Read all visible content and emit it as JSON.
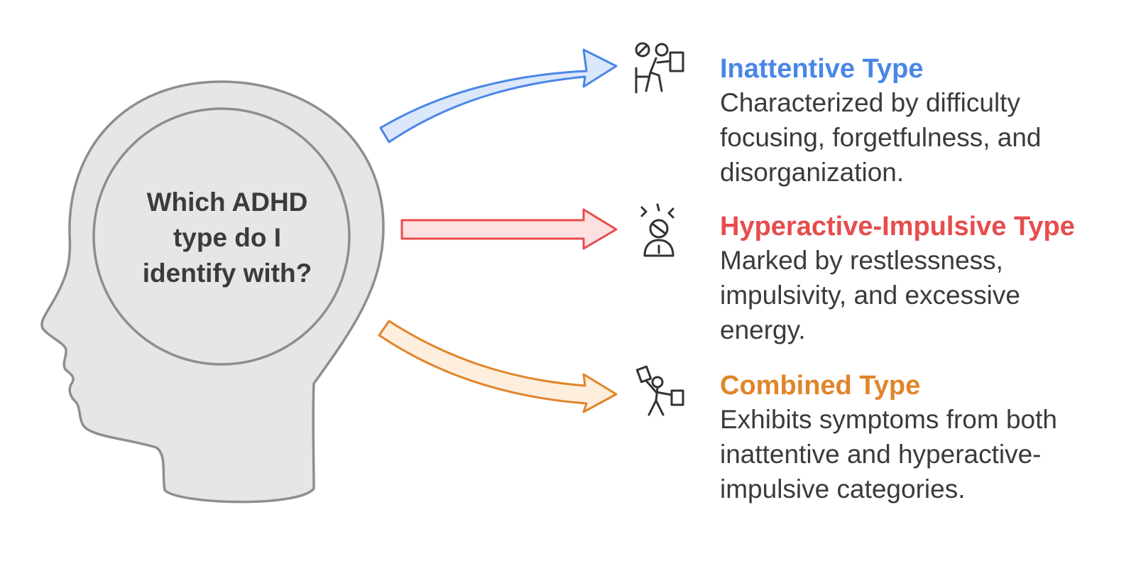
{
  "head": {
    "question": "Which ADHD type do I identify with?"
  },
  "types": [
    {
      "title": "Inattentive Type",
      "description": "Characterized by difficulty focusing, forgetfulness, and disorganization.",
      "color": "#4a86e8",
      "icon": "person-at-desk-distracted-icon"
    },
    {
      "title": "Hyperactive-Impulsive Type",
      "description": "Marked by restlessness, impulsivity, and excessive energy.",
      "color": "#e84c4c",
      "icon": "stressed-person-icon"
    },
    {
      "title": "Combined Type",
      "description": "Exhibits symptoms from both inattentive and hyperactive-impulsive categories.",
      "color": "#e0852a",
      "icon": "person-juggling-tasks-icon"
    }
  ]
}
